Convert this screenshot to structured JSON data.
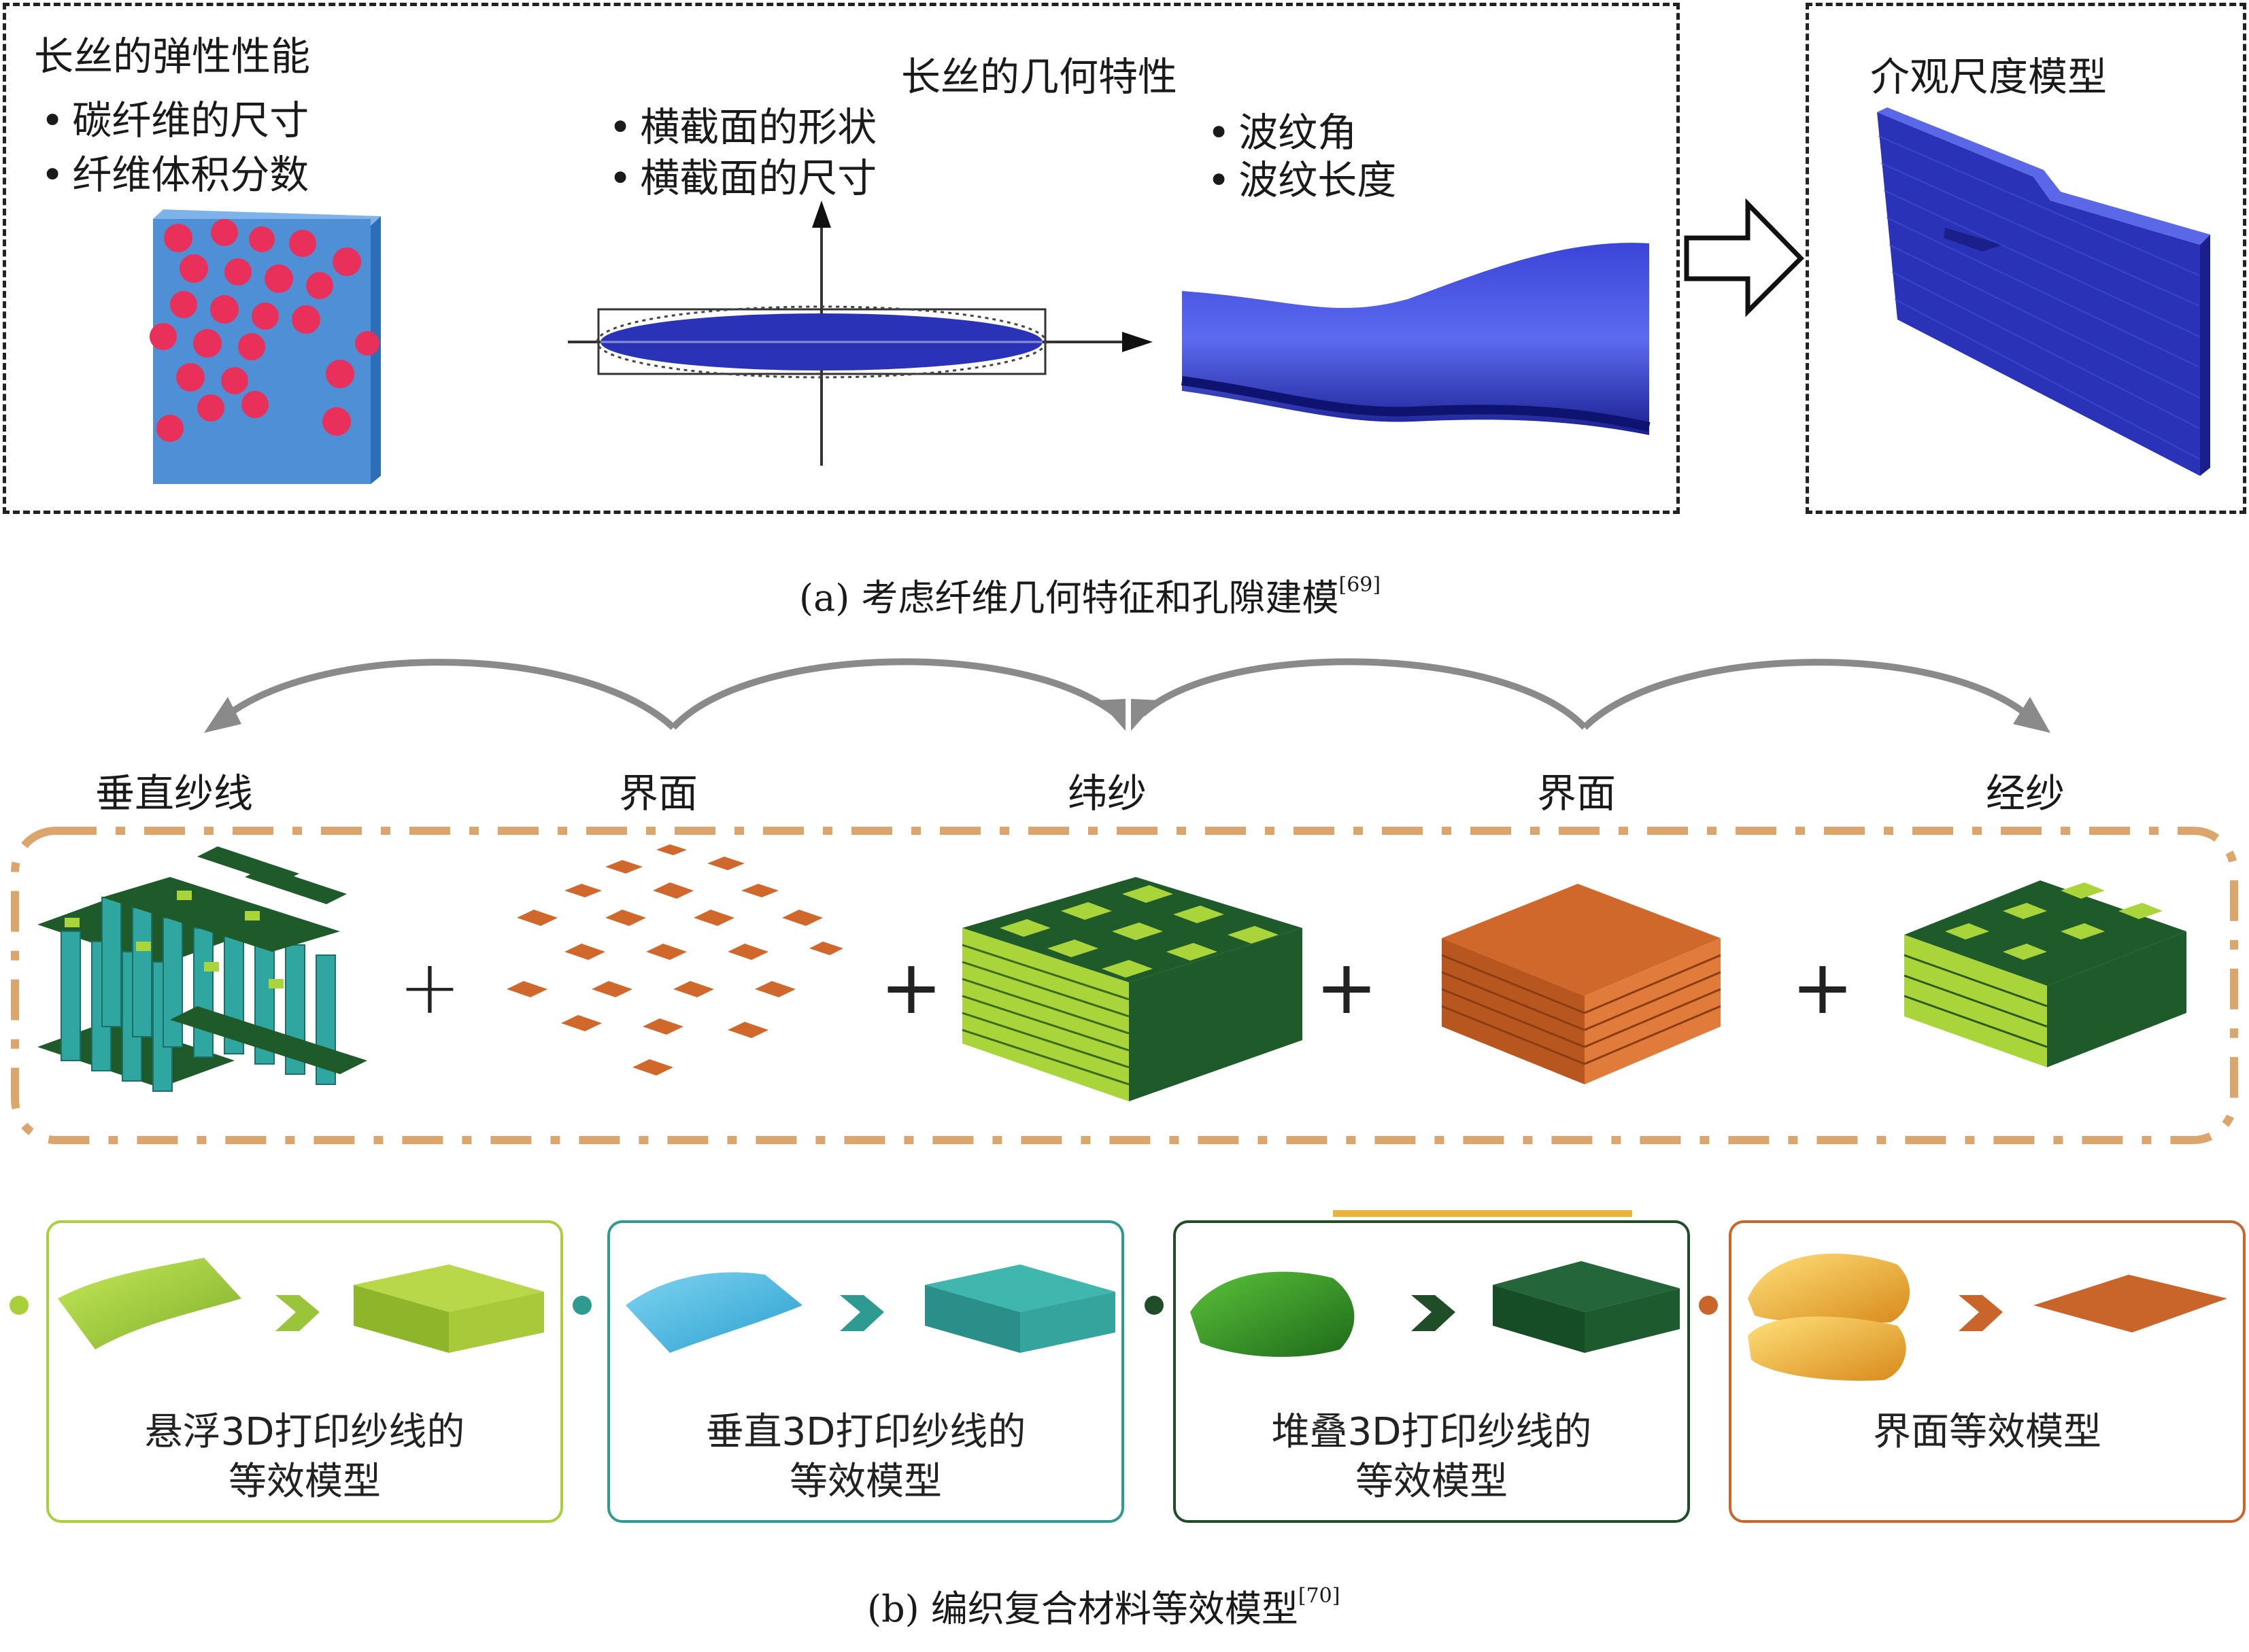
{
  "part_a": {
    "box1_heading_left": "长丝的弹性性能",
    "box1_bullets_left": [
      "碳纤维的尺寸",
      "纤维体积分数"
    ],
    "box1_heading_mid": "长丝的几何特性",
    "box1_bullets_mid": [
      "横截面的形状",
      "横截面的尺寸"
    ],
    "box1_bullets_right": [
      "波纹角",
      "波纹长度"
    ],
    "box2_heading": "介观尺度模型",
    "caption": "(a) 考虑纤维几何特征和孔隙建模",
    "caption_ref": "[69]"
  },
  "part_b": {
    "component_labels": [
      "垂直纱线",
      "界面",
      "纬纱",
      "界面",
      "经纱"
    ],
    "plus_sign": "+",
    "cards": [
      {
        "line1": "悬浮3D打印纱线的",
        "line2": "等效模型",
        "color": "#a9cf3a"
      },
      {
        "line1": "垂直3D打印纱线的",
        "line2": "等效模型",
        "color": "#2f9a90"
      },
      {
        "line1": "堆叠3D打印纱线的",
        "line2": "等效模型",
        "color": "#1f4d27"
      },
      {
        "line1": "界面等效模型",
        "line2": "",
        "color": "#c9652a"
      }
    ],
    "caption": "(b) 编织复合材料等效模型",
    "caption_ref": "[70]"
  },
  "colors": {
    "blue_face": "#4f8fd6",
    "red_dot": "#e8305a",
    "fiber_blue": "#2a33b8",
    "orange_dash": "#dba56b",
    "interface_orange": "#d0682b",
    "dark_green": "#1f5a2a",
    "light_green": "#a9d43a",
    "teal": "#2fa6a0"
  }
}
